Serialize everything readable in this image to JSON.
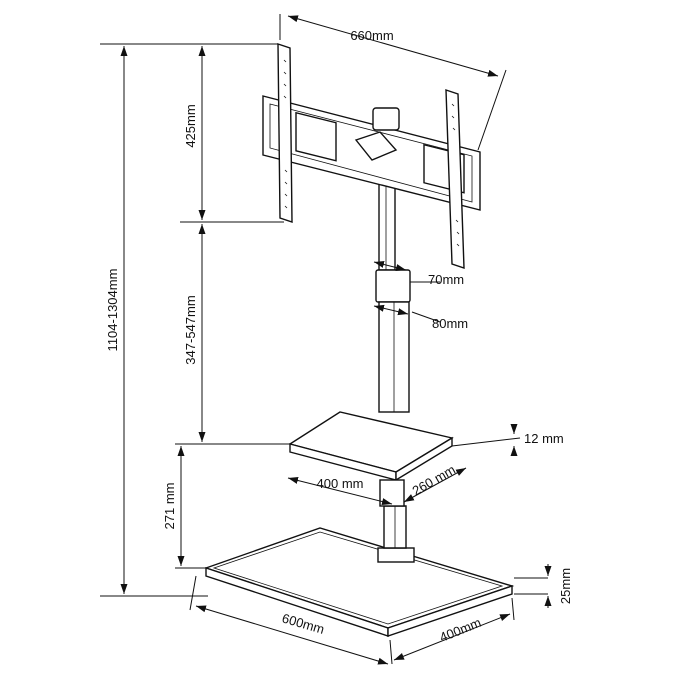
{
  "dimensions": {
    "bracket_width": "660mm",
    "bracket_height": "425mm",
    "total_height": "1104-1304mm",
    "adjustable_range": "347-547mm",
    "column_small": "70mm",
    "column_large": "80mm",
    "shelf_thickness": "12 mm",
    "shelf_width": "400 mm",
    "shelf_depth": "260 mm",
    "shelf_height": "271 mm",
    "base_width": "600mm",
    "base_depth": "400mm",
    "base_thickness": "25mm"
  },
  "colors": {
    "ink": "#111111",
    "paper": "#ffffff"
  }
}
